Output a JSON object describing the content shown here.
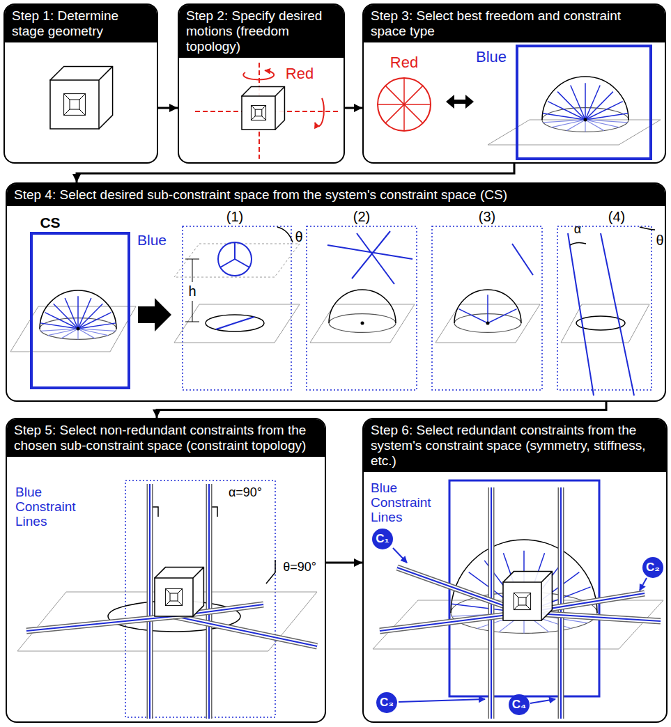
{
  "diagram": {
    "nodes": [
      {
        "text": [
          "Step 1: Determine stage geometry"
        ]
      },
      {
        "text": [
          "Step 2: Specify desired motions (freedom topology)"
        ]
      },
      {
        "text": [
          "Step 3: Select best freedom and constraint space type"
        ]
      },
      {
        "text": [
          "Step 4: Select desired sub-constraint space from the system's constraint space (CS)"
        ]
      },
      {
        "text": [
          "Step 5: Select non-redundant constraints from the chosen sub-constraint space (constraint topology)"
        ]
      },
      {
        "text": [
          "Step 6: Select redundant constraints from the system's constraint space (symmetry, stiffness, etc.)"
        ]
      }
    ],
    "edges": [
      {
        "from": 0,
        "to": 1,
        "arrow": "to"
      },
      {
        "from": 1,
        "to": 2,
        "arrow": "to"
      },
      {
        "from": 2,
        "to": 3,
        "arrow": "to"
      },
      {
        "from": 3,
        "to": 4,
        "arrow": "to"
      },
      {
        "from": 4,
        "to": 5,
        "arrow": "to"
      }
    ],
    "labels": [
      "Red",
      "Red",
      "Blue",
      "CS",
      "Blue",
      "(1)",
      "(2)",
      "(3)",
      "(4)",
      "h",
      "θ",
      "α",
      "θ",
      "Blue Constraint Lines",
      "α=90°",
      "θ=90°",
      "Blue Constraint Lines",
      "C₁",
      "C₂",
      "C₃",
      "C₄"
    ]
  }
}
